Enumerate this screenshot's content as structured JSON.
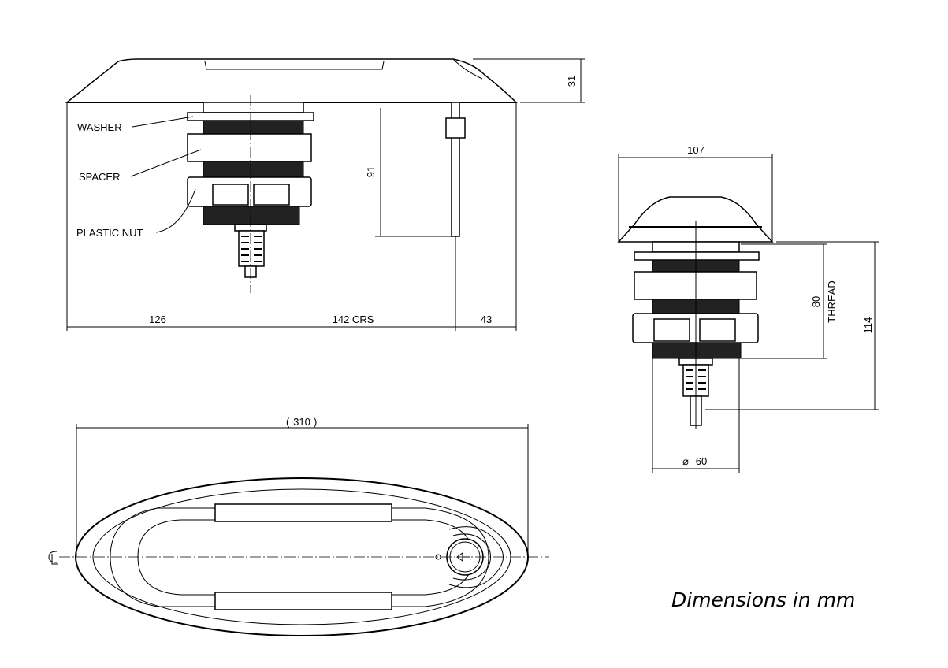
{
  "side_view": {
    "labels": {
      "washer": "WASHER",
      "spacer": "SPACER",
      "plastic_nut": "PLASTIC NUT"
    },
    "dimensions": {
      "plate_height": "31",
      "rod_length": "91",
      "left_offset": "126",
      "centres": "142 CRS",
      "right_offset": "43"
    }
  },
  "end_view": {
    "dimensions": {
      "cap_width": "107",
      "thread_length": "80",
      "thread_label": "THREAD",
      "overall_length": "114",
      "thread_diameter": "60",
      "diameter_symbol": "⌀"
    }
  },
  "plan_view": {
    "dimensions": {
      "overall_length": "310",
      "paren_open": "(",
      "paren_close": ")"
    },
    "centerline_symbol": "CL"
  },
  "note": "Dimensions in mm"
}
